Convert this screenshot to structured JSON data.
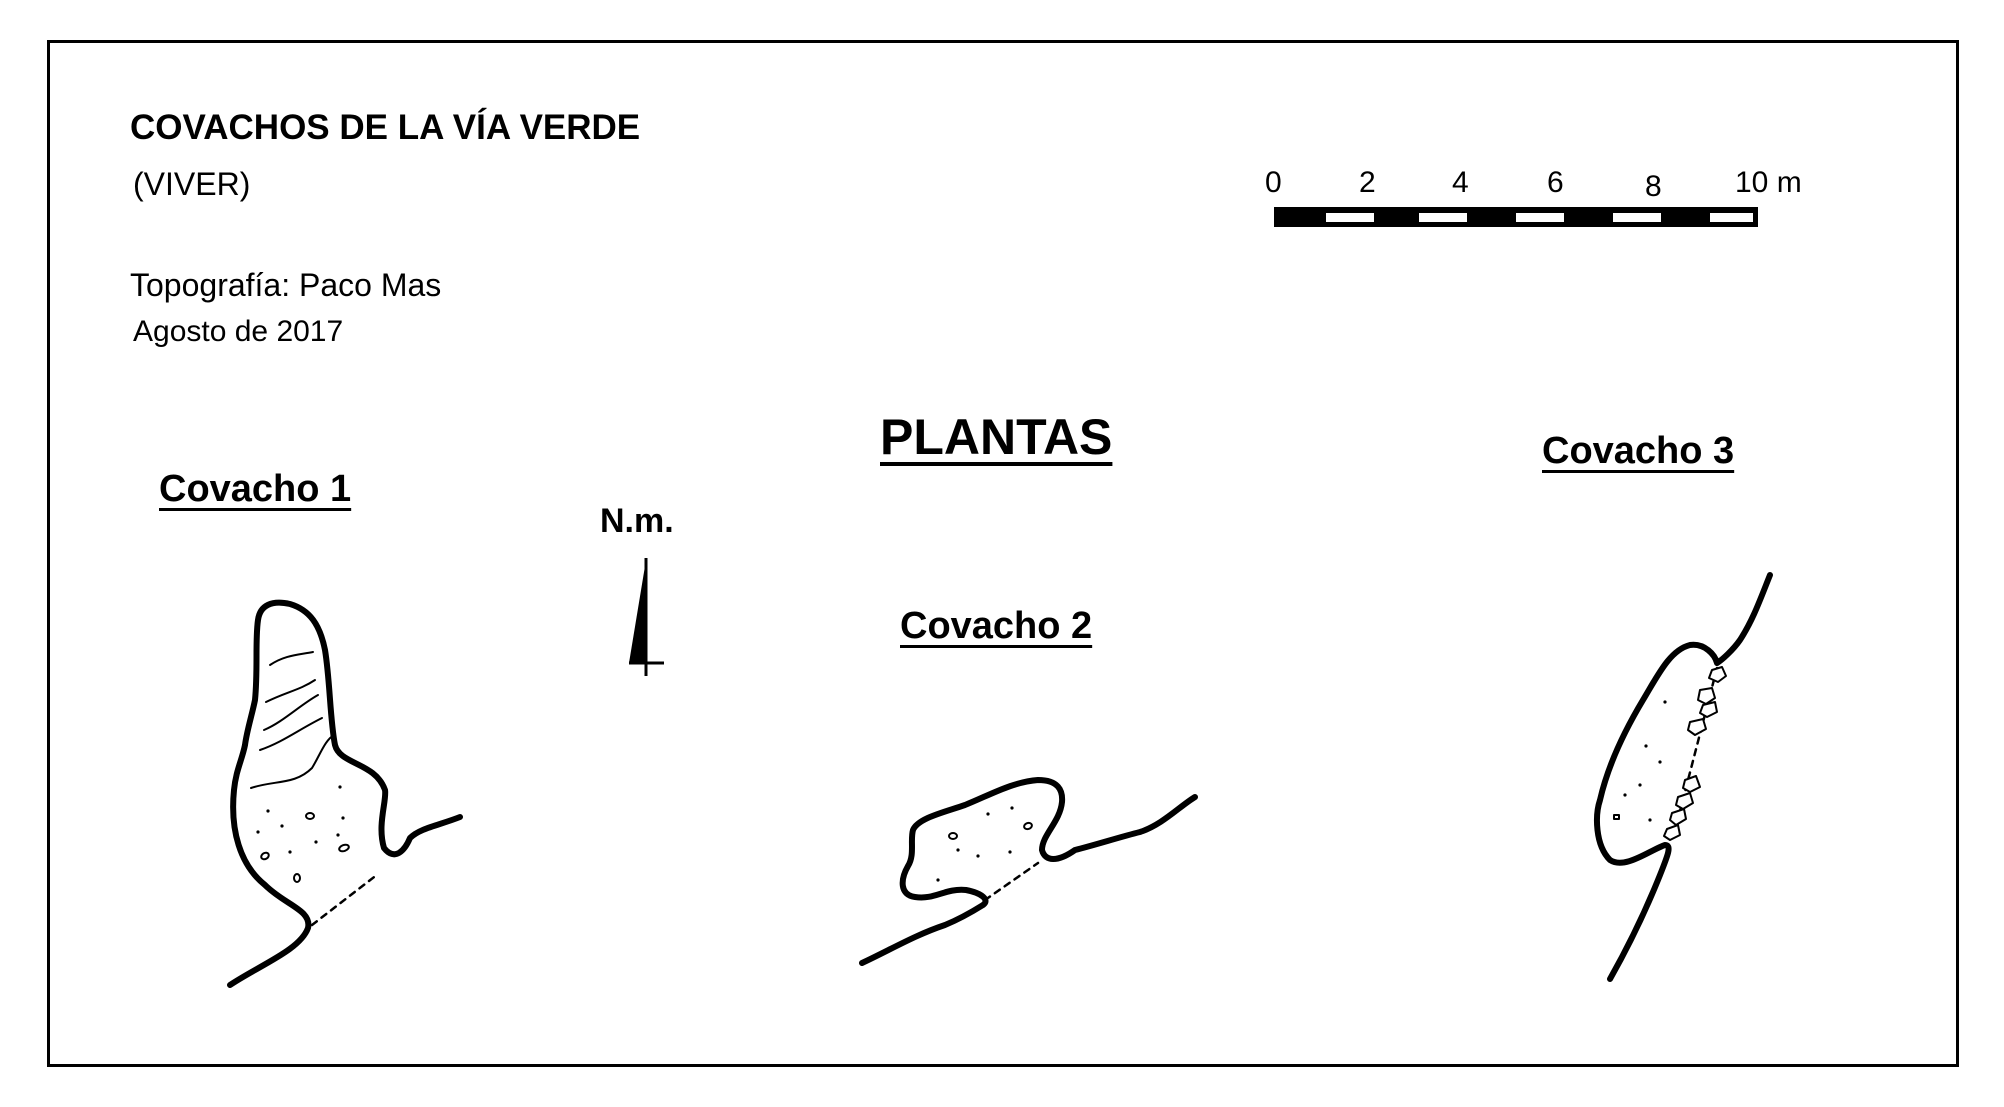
{
  "header": {
    "title": "COVACHOS DE LA VÍA VERDE",
    "subtitle": "(VIVER)",
    "author": "Topografía: Paco Mas",
    "date": "Agosto de 2017"
  },
  "section_title": "PLANTAS",
  "north": {
    "label": "N.m."
  },
  "scale_bar": {
    "tick_labels": [
      "0",
      "2",
      "4",
      "6",
      "8",
      "10 m"
    ],
    "colors": {
      "dark": "#000000",
      "light": "#ffffff"
    }
  },
  "caves": [
    {
      "label": "Covacho  1"
    },
    {
      "label": "Covacho  2"
    },
    {
      "label": "Covacho  3"
    }
  ],
  "colors": {
    "ink": "#000000",
    "paper": "#ffffff"
  }
}
